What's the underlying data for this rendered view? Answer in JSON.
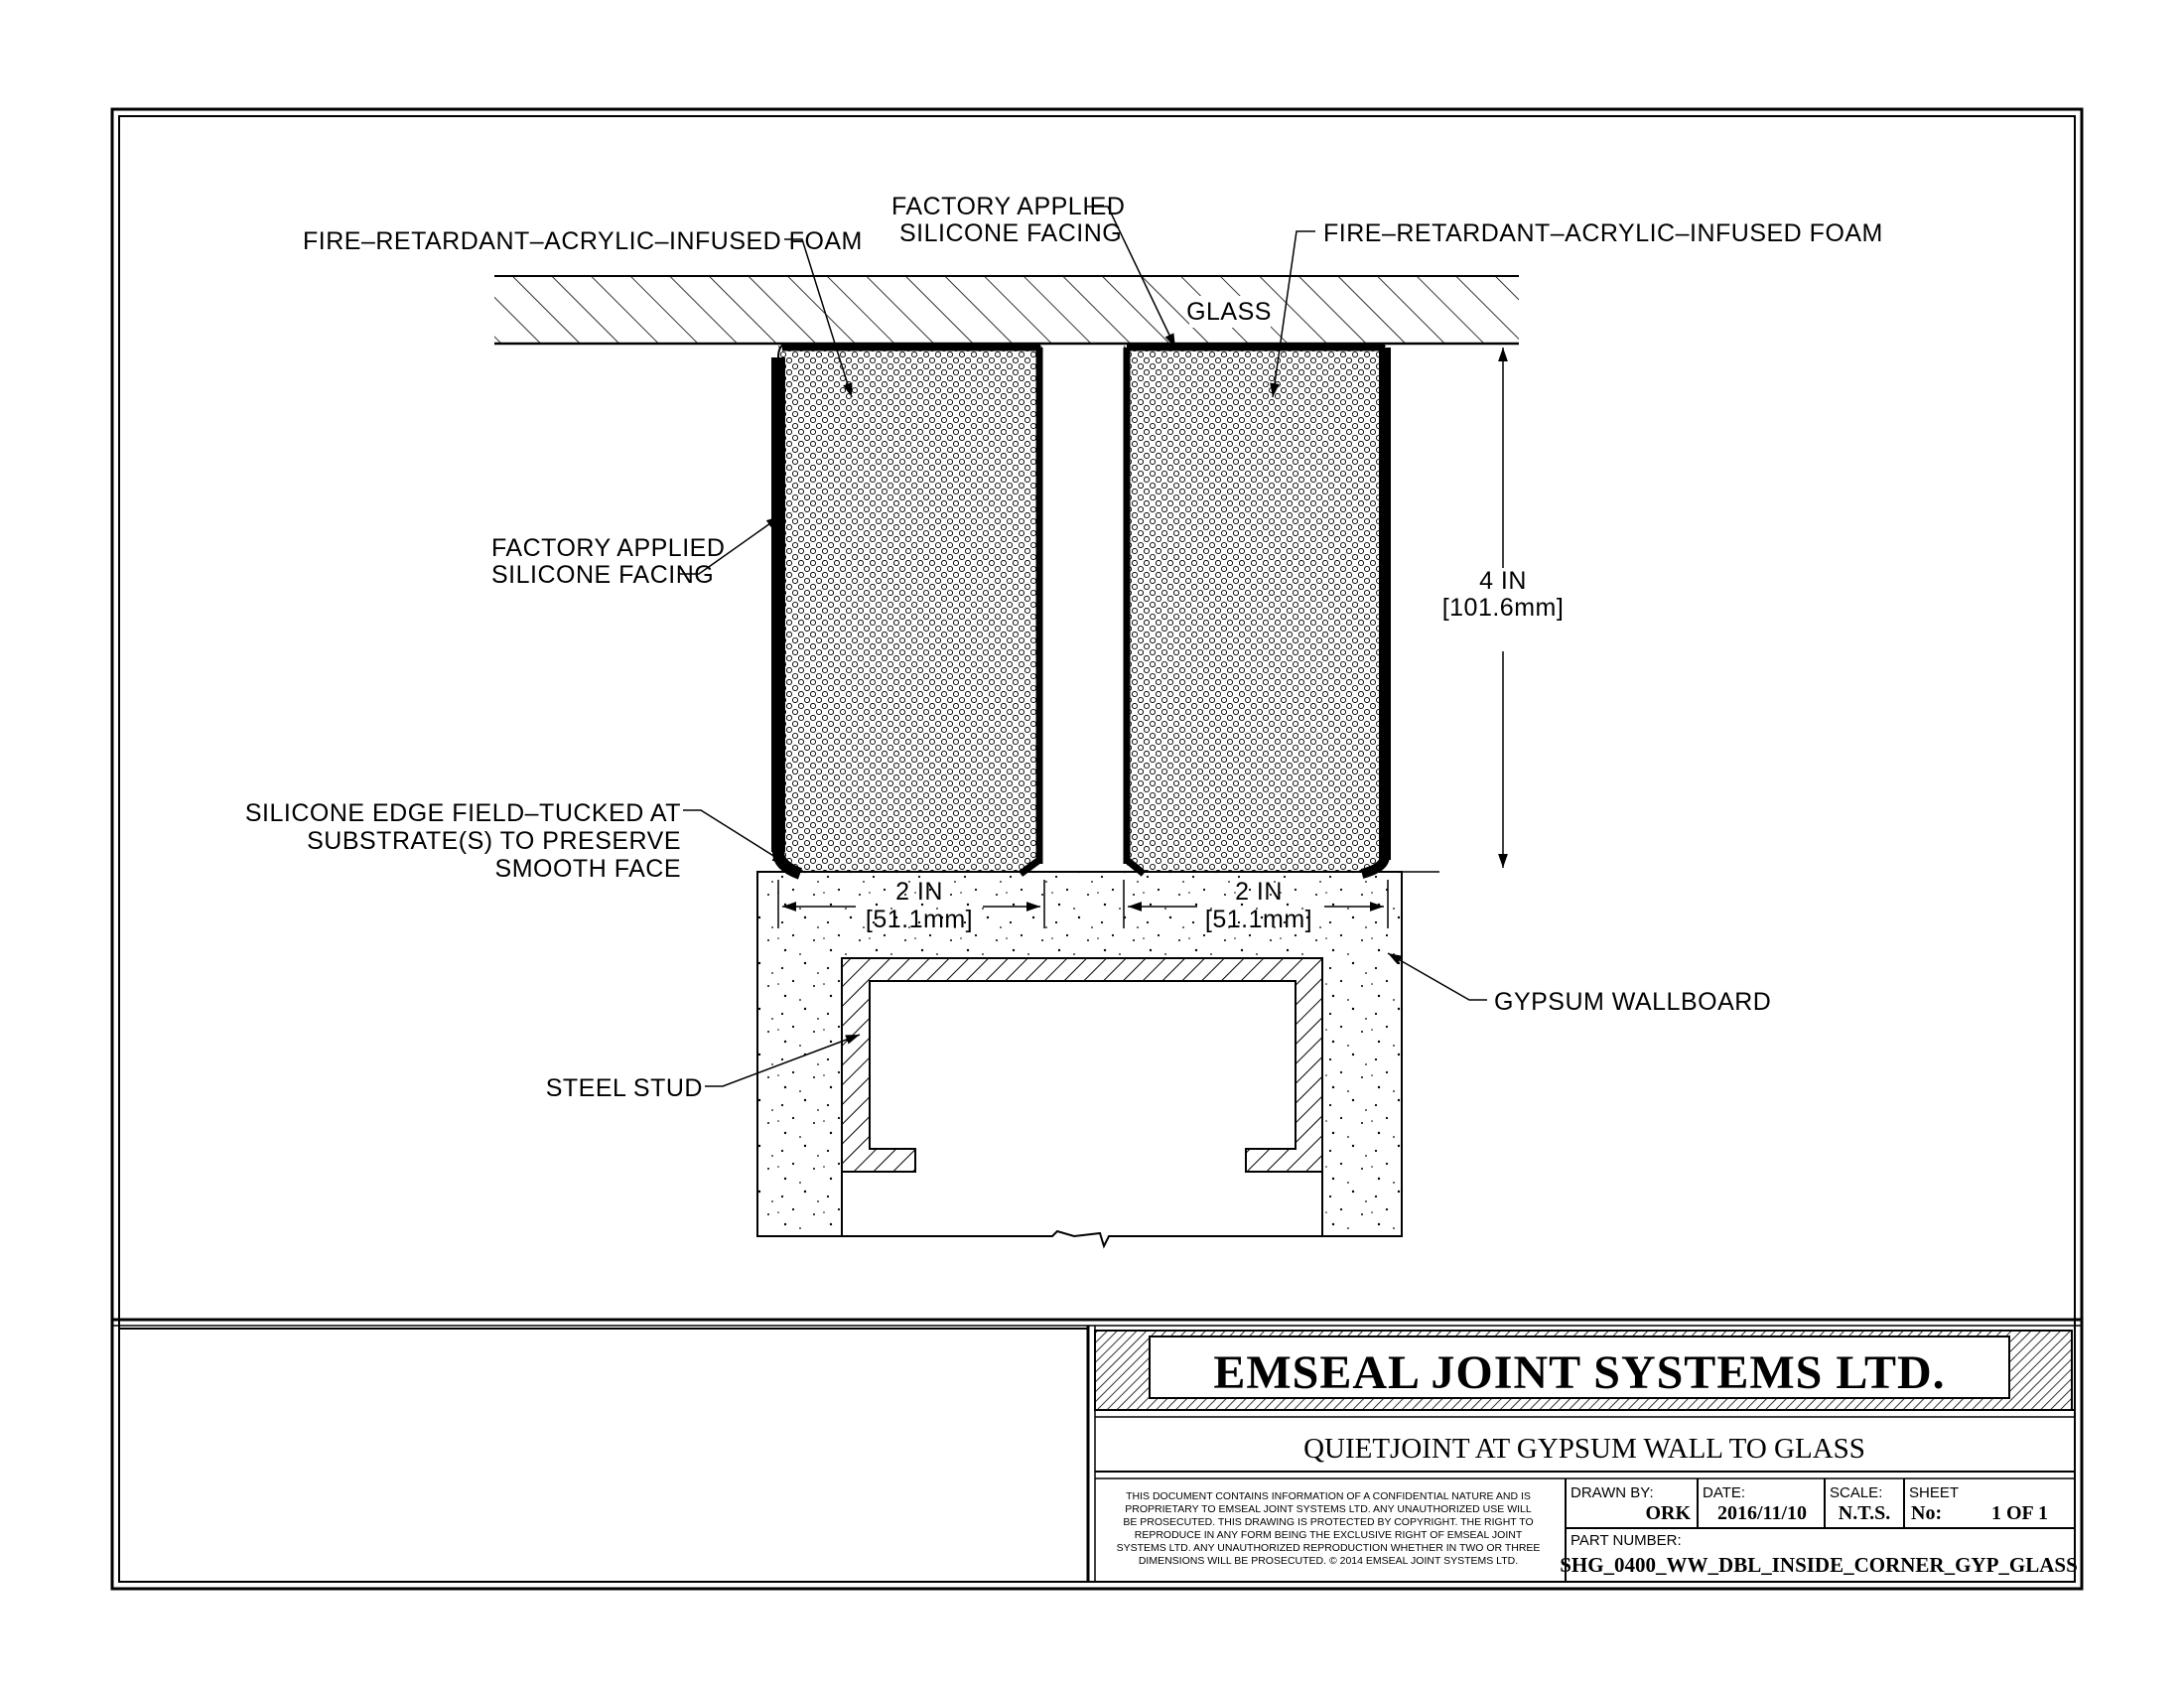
{
  "labels": {
    "foam_left": "FIRE–RETARDANT–ACRYLIC–INFUSED FOAM",
    "foam_right": "FIRE–RETARDANT–ACRYLIC–INFUSED FOAM",
    "facing_top_1": "FACTORY APPLIED",
    "facing_top_2": "SILICONE FACING",
    "glass": "GLASS",
    "facing_left_1": "FACTORY APPLIED",
    "facing_left_2": "SILICONE FACING",
    "edge_1": "SILICONE EDGE FIELD–TUCKED AT",
    "edge_2": "SUBSTRATE(S) TO PRESERVE",
    "edge_3": "SMOOTH FACE",
    "gypsum": "GYPSUM WALLBOARD",
    "stud": "STEEL STUD"
  },
  "dimensions": {
    "height_1": "4 IN",
    "height_2": "[101.6mm]",
    "left_width_1": "2 IN",
    "left_width_2": "[51.1mm]",
    "right_width_1": "2 IN",
    "right_width_2": "[51.1mm]"
  },
  "title_block": {
    "company": "EMSEAL JOINT SYSTEMS LTD.",
    "title": "QUIETJOINT AT GYPSUM WALL TO GLASS",
    "disclaimer": [
      "THIS DOCUMENT CONTAINS INFORMATION OF A CONFIDENTIAL NATURE AND IS",
      "PROPRIETARY TO EMSEAL JOINT SYSTEMS LTD. ANY UNAUTHORIZED USE WILL",
      "BE PROSECUTED. THIS DRAWING IS PROTECTED BY COPYRIGHT. THE RIGHT TO",
      "REPRODUCE IN ANY FORM BEING THE EXCLUSIVE RIGHT OF EMSEAL JOINT",
      "SYSTEMS LTD. ANY UNAUTHORIZED REPRODUCTION WHETHER IN TWO OR THREE",
      "DIMENSIONS WILL BE PROSECUTED. © 2014 EMSEAL JOINT SYSTEMS LTD."
    ],
    "drawn_by_label": "DRAWN BY:",
    "drawn_by": "ORK",
    "date_label": "DATE:",
    "date": "2016/11/10",
    "scale_label": "SCALE:",
    "scale": "N.T.S.",
    "sheet_label": "SHEET",
    "sheet_no_label": "No:",
    "sheet": "1 OF 1",
    "part_number_label": "PART NUMBER:",
    "part_number": "SHG_0400_WW_DBL_INSIDE_CORNER_GYP_GLASS"
  }
}
